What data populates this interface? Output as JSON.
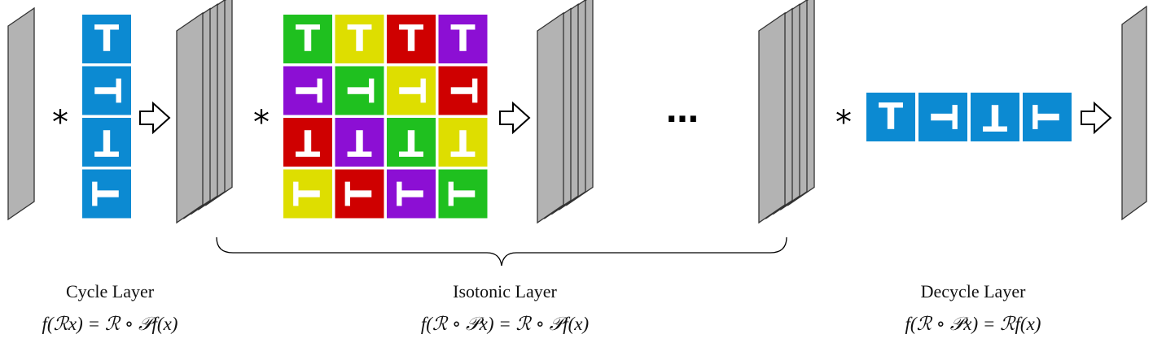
{
  "operators": {
    "conv": "*",
    "ellipsis": "…"
  },
  "filters": {
    "glyph": "T",
    "colors": {
      "blue": "#0c8ad2",
      "green": "#1fc01f",
      "yellow": "#dede00",
      "red": "#cf0000",
      "purple": "#8c0fd4"
    },
    "cycle_column": [
      {
        "color": "blue",
        "rotation": 0
      },
      {
        "color": "blue",
        "rotation": 90
      },
      {
        "color": "blue",
        "rotation": 180
      },
      {
        "color": "blue",
        "rotation": 270
      }
    ],
    "isotonic_grid": [
      [
        {
          "color": "green",
          "rotation": 0
        },
        {
          "color": "yellow",
          "rotation": 0
        },
        {
          "color": "red",
          "rotation": 0
        },
        {
          "color": "purple",
          "rotation": 0
        }
      ],
      [
        {
          "color": "purple",
          "rotation": 90
        },
        {
          "color": "green",
          "rotation": 90
        },
        {
          "color": "yellow",
          "rotation": 90
        },
        {
          "color": "red",
          "rotation": 90
        }
      ],
      [
        {
          "color": "red",
          "rotation": 180
        },
        {
          "color": "purple",
          "rotation": 180
        },
        {
          "color": "green",
          "rotation": 180
        },
        {
          "color": "yellow",
          "rotation": 180
        }
      ],
      [
        {
          "color": "yellow",
          "rotation": 270
        },
        {
          "color": "red",
          "rotation": 270
        },
        {
          "color": "purple",
          "rotation": 270
        },
        {
          "color": "green",
          "rotation": 270
        }
      ]
    ],
    "decycle_row": [
      {
        "color": "blue",
        "rotation": 0
      },
      {
        "color": "blue",
        "rotation": 90
      },
      {
        "color": "blue",
        "rotation": 180
      },
      {
        "color": "blue",
        "rotation": 270
      }
    ]
  },
  "layers": [
    {
      "label": "Cycle Layer",
      "formula": "f(ℛx) = ℛ ∘ 𝒫f(x)"
    },
    {
      "label": "Isotonic Layer",
      "formula": "f(ℛ ∘ 𝒫x) = ℛ ∘ 𝒫f(x)"
    },
    {
      "label": "Decycle Layer",
      "formula": "f(ℛ ∘ 𝒫x) = ℛf(x)"
    }
  ],
  "style": {
    "plane_fill": "#b3b3b3",
    "plane_stroke": "#333333",
    "arrow_stroke": "#000000"
  }
}
